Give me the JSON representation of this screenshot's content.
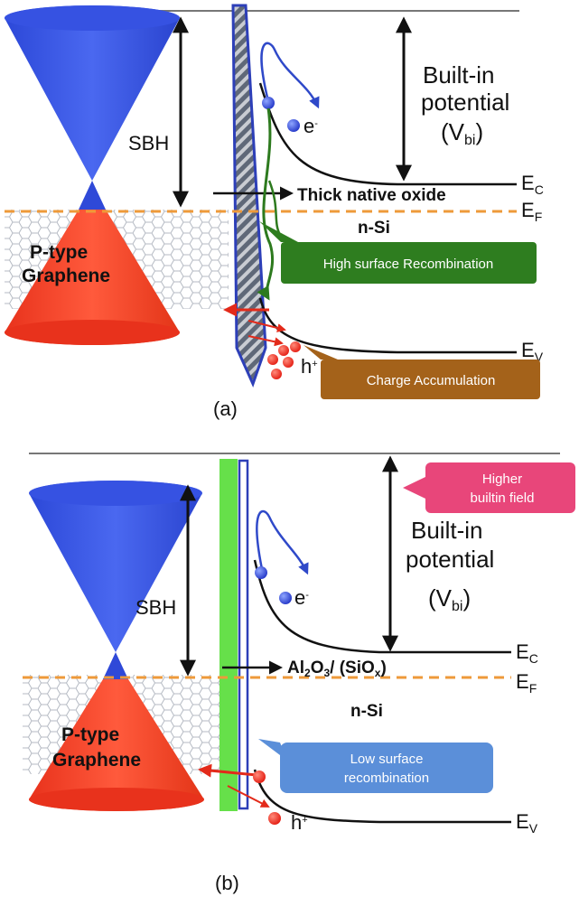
{
  "panel_a": {
    "built_in_potential": {
      "line1": "Built-in",
      "line2": "potential",
      "prefix": "(V",
      "sub": "bi",
      "suffix": ")"
    },
    "sbh": "SBH",
    "ec": {
      "main": "E",
      "sub": "C"
    },
    "ef": {
      "main": "E",
      "sub": "F"
    },
    "ev": {
      "main": "E",
      "sub": "V"
    },
    "interlayer": "Thick native oxide",
    "nsi": "n-Si",
    "graphene": {
      "line1": "P-type",
      "line2": "Graphene"
    },
    "electron": {
      "main": "e",
      "sup": "-"
    },
    "hole": {
      "main": "h",
      "sup": "+"
    },
    "callout_recombination": "High surface Recombination",
    "callout_accumulation": "Charge Accumulation",
    "label": "(a)",
    "colors": {
      "recombination": "#2e7d1f",
      "accumulation": "#a4621a"
    }
  },
  "panel_b": {
    "built_in_potential": {
      "line1": "Built-in",
      "line2": "potential",
      "prefix": "(V",
      "sub": "bi",
      "suffix": ")"
    },
    "sbh": "SBH",
    "ec": {
      "main": "E",
      "sub": "C"
    },
    "ef": {
      "main": "E",
      "sub": "F"
    },
    "ev": {
      "main": "E",
      "sub": "V"
    },
    "interlayer": {
      "p1": "Al",
      "s1": "2",
      "p2": "O",
      "s2": "3",
      "p3": "/ (SiO",
      "s3": "x",
      "p4": ")"
    },
    "nsi": "n-Si",
    "graphene": {
      "line1": "P-type",
      "line2": "Graphene"
    },
    "electron": {
      "main": "e",
      "sup": "-"
    },
    "hole": {
      "main": "h",
      "sup": "+"
    },
    "callout_field": {
      "line1": "Higher",
      "line2": "builtin field"
    },
    "callout_recombination": {
      "line1": "Low surface",
      "line2": "recombination"
    },
    "label": "(b)",
    "colors": {
      "field": "#e8467a",
      "recombination": "#5b8fd9",
      "al2o3_layer": "#66e04a"
    }
  }
}
